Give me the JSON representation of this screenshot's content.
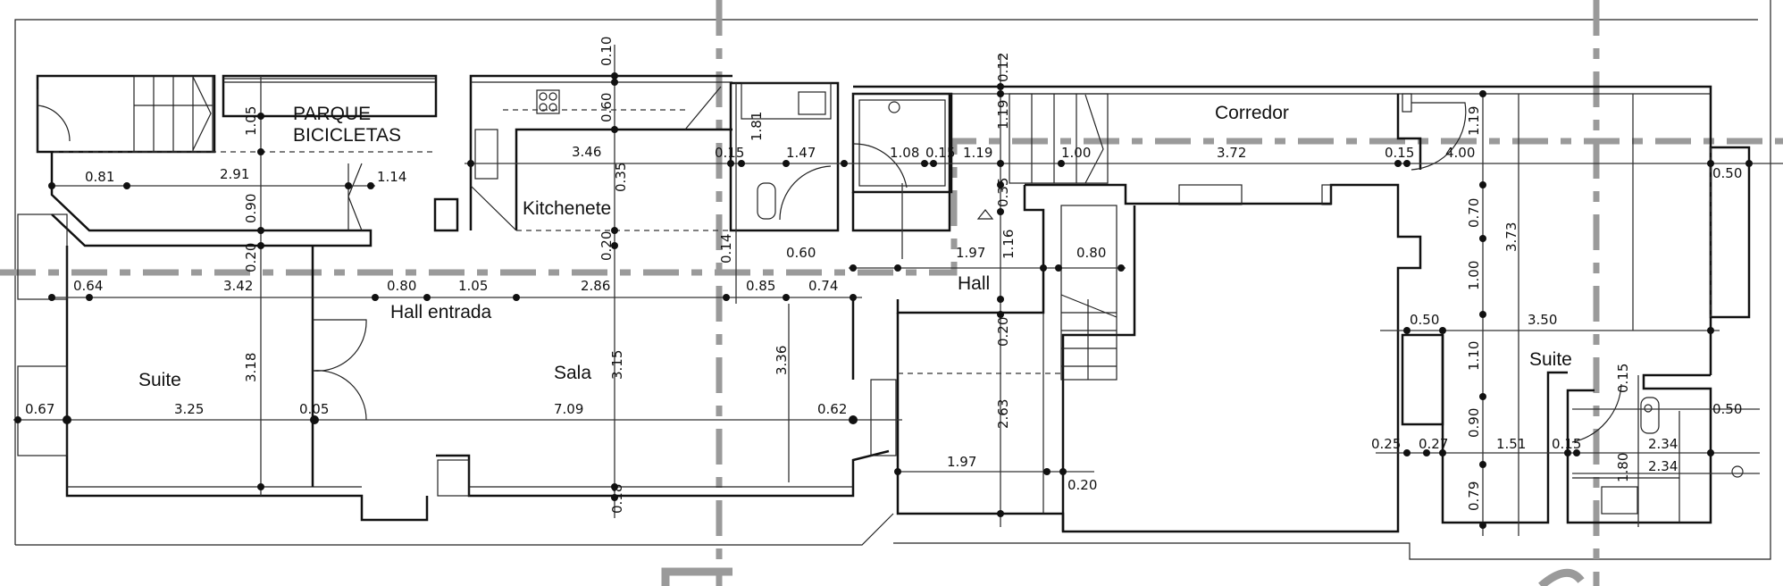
{
  "rooms": {
    "bike_parking_line1": "PARQUE",
    "bike_parking_line2": "BICICLETAS",
    "kitchenette": "Kitchenete",
    "corridor": "Corredor",
    "hall": "Hall",
    "entrance_hall": "Hall entrada",
    "suite_left": "Suite",
    "living_room": "Sala",
    "suite_right": "Suite"
  },
  "dims_h": [
    "0.81",
    "2.91",
    "1.14",
    "3.46",
    "0.15",
    "1.47",
    "1.08",
    "0.15",
    "1.19",
    "1.00",
    "3.72",
    "0.15",
    "4.00",
    "0.50",
    "0.64",
    "3.42",
    "0.80",
    "1.05",
    "2.86",
    "0.85",
    "0.74",
    "0.60",
    "1.97",
    "0.80",
    "0.67",
    "3.25",
    "0.05",
    "7.09",
    "0.62",
    "1.97",
    "0.20",
    "0.50",
    "3.50",
    "0.25",
    "0.27",
    "1.51",
    "0.15",
    "2.34",
    "2.34",
    "0.50"
  ],
  "dims_v": [
    "0.10",
    "0.60",
    "0.35",
    "0.20",
    "1.05",
    "0.90",
    "0.20",
    "1.81",
    "0.14",
    "0.12",
    "1.19",
    "0.35",
    "1.16",
    "0.20",
    "2.63",
    "1.19",
    "0.70",
    "1.00",
    "1.10",
    "0.90",
    "0.79",
    "3.73",
    "3.18",
    "3.15",
    "3.36",
    "0.18",
    "0.15",
    "1.80"
  ],
  "colors": {
    "walls": "#111111",
    "axis": "#9a9a9a"
  }
}
